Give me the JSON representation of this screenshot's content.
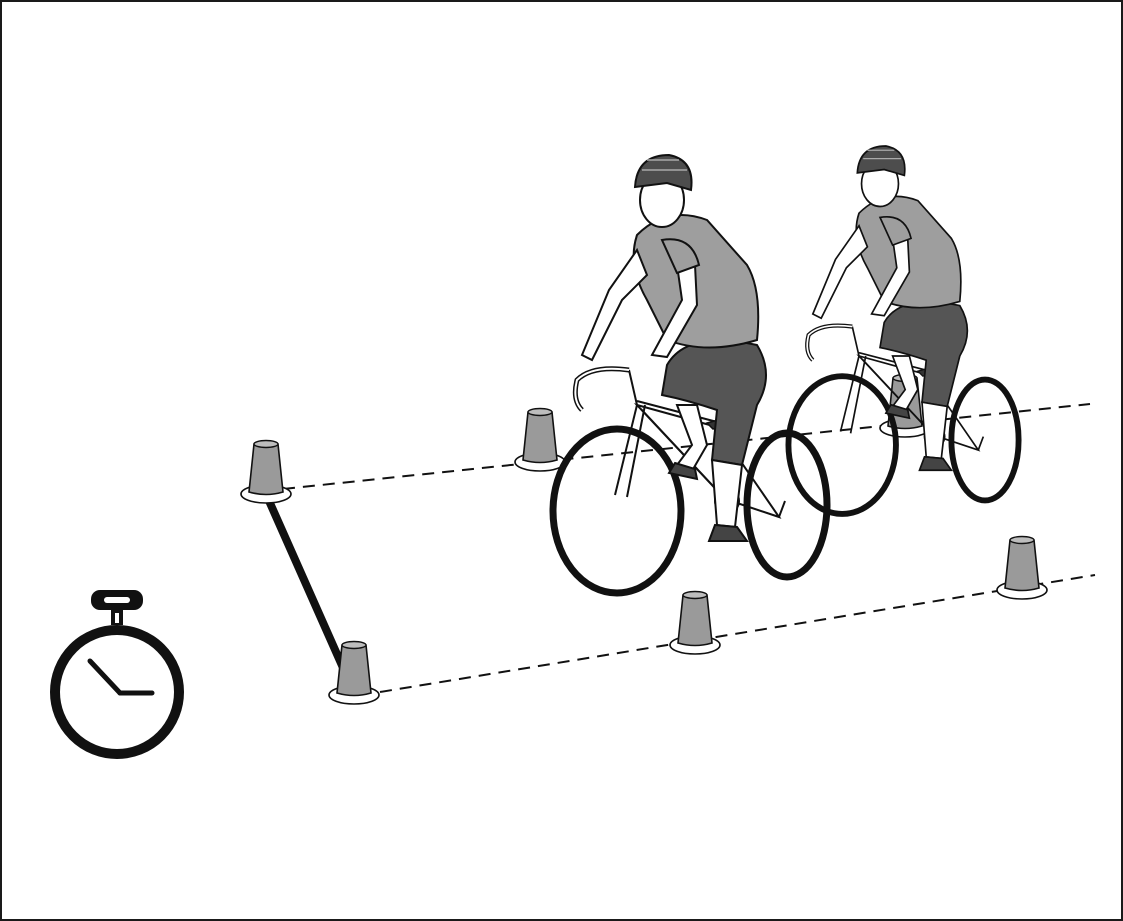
{
  "scene": {
    "border_color": "#1a1a1a",
    "ink_color": "#111111",
    "cone_fill": "#9a9a9a",
    "jersey_fill": "#9e9e9e",
    "shorts_fill": "#555555",
    "helmet_fill": "#4d4d4d",
    "icons": [
      "stopwatch-icon",
      "cone-icon",
      "cyclist-icon",
      "bicycle-icon"
    ],
    "cone_count": 6,
    "cyclist_count": 2,
    "lanes": 2,
    "start_line": "solid",
    "lane_lines": "dashed"
  }
}
